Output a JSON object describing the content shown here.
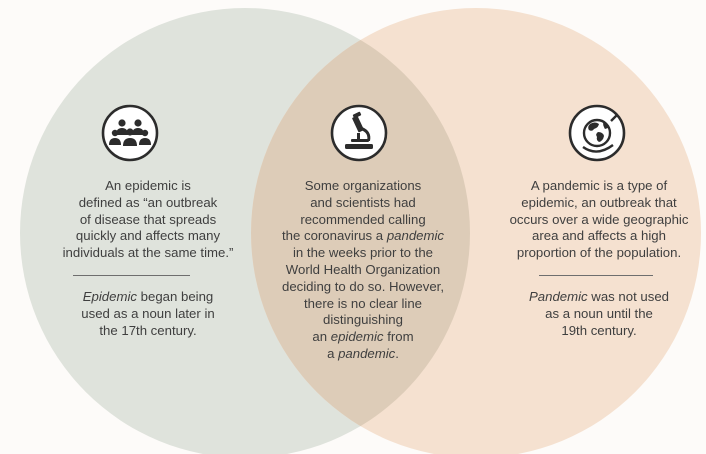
{
  "colors": {
    "left_circle": "#dfe3dc",
    "right_circle": "#f5e1d0",
    "overlap": "#ddccb8",
    "icon_ring": "#2c2c2c",
    "divider": "#6e6e6e"
  },
  "left": {
    "icon": "people-group-icon",
    "definition_lines": [
      "An epidemic is",
      "defined as “an outbreak",
      "of disease that spreads",
      "quickly and affects many",
      "individuals at the same time.”"
    ],
    "note": {
      "term": "Epidemic",
      "lines": [
        " began being",
        "used as a noun later in",
        "the 17th century."
      ]
    }
  },
  "center": {
    "icon": "microscope-icon",
    "lines": [
      {
        "pre": "Some organizations",
        "em": "",
        "post": ""
      },
      {
        "pre": "and scientists had",
        "em": "",
        "post": ""
      },
      {
        "pre": "recommended calling",
        "em": "",
        "post": ""
      },
      {
        "pre": "the coronavirus a ",
        "em": "pandemic",
        "post": ""
      },
      {
        "pre": "in the weeks prior to the",
        "em": "",
        "post": ""
      },
      {
        "pre": "World Health Organization",
        "em": "",
        "post": ""
      },
      {
        "pre": "deciding to do so. However,",
        "em": "",
        "post": ""
      },
      {
        "pre": "there is no clear line",
        "em": "",
        "post": ""
      },
      {
        "pre": "distinguishing",
        "em": "",
        "post": ""
      },
      {
        "pre": "an ",
        "em": "epidemic",
        "post": " from"
      },
      {
        "pre": "a ",
        "em": "pandemic",
        "post": "."
      }
    ]
  },
  "right": {
    "icon": "globe-icon",
    "definition_lines": [
      "A pandemic is a type of",
      "epidemic, an outbreak that",
      "occurs over a wide geographic",
      "area and affects a high",
      "proportion of the population."
    ],
    "note": {
      "term": "Pandemic",
      "lines": [
        " was not used",
        "as a noun until the",
        "19th century."
      ]
    }
  }
}
